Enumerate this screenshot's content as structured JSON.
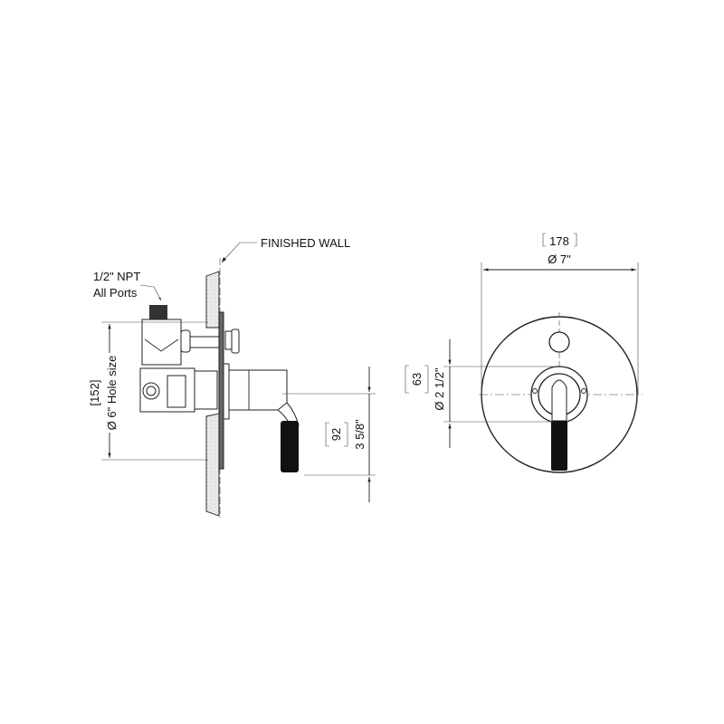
{
  "side_view": {
    "finished_wall_label": "FINISHED WALL",
    "port_label_line1": "1/2\" NPT",
    "port_label_line2": "All Ports",
    "hole_dim_metric": "[152]",
    "hole_dim_imperial": "Ø 6\" Hole size",
    "handle_drop_metric": "92",
    "handle_drop_imperial": "3 5/8\""
  },
  "front_view": {
    "plate_dim_metric": "178",
    "plate_dim_imperial": "Ø  7\"",
    "ring_dim_metric": "63",
    "ring_dim_imperial": "Ø  2 1/2\""
  },
  "colors": {
    "line": "#222222",
    "grip": "#111111",
    "wall": "#e8e8e8"
  }
}
